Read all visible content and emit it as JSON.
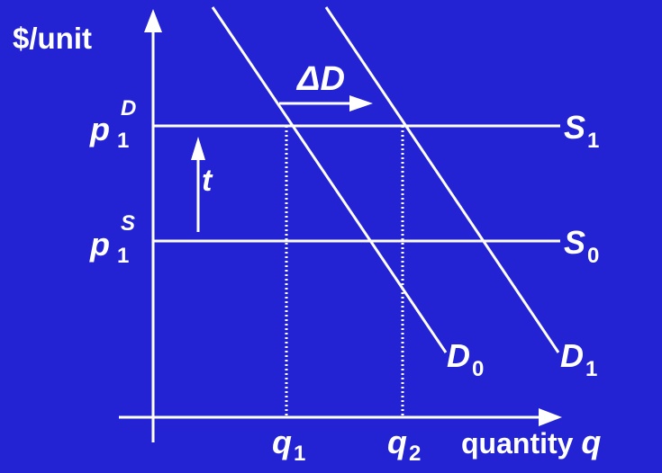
{
  "colors": {
    "background": "#2323d4",
    "foreground": "#ffffff"
  },
  "labels": {
    "y_axis": "$/unit",
    "x_axis_word": "quantity ",
    "x_axis_var": "q",
    "price_demand": {
      "base": "p",
      "sub": "1",
      "sup": "D"
    },
    "price_supply": {
      "base": "p",
      "sub": "1",
      "sup": "S"
    },
    "supply_1": {
      "base": "S",
      "sub": "1"
    },
    "supply_0": {
      "base": "S",
      "sub": "0"
    },
    "demand_0": {
      "base": "D",
      "sub": "0"
    },
    "demand_1": {
      "base": "D",
      "sub": "1"
    },
    "quantity_1": {
      "base": "q",
      "sub": "1"
    },
    "quantity_2": {
      "base": "q",
      "sub": "2"
    },
    "tax": "t",
    "demand_shift": "ΔD"
  }
}
